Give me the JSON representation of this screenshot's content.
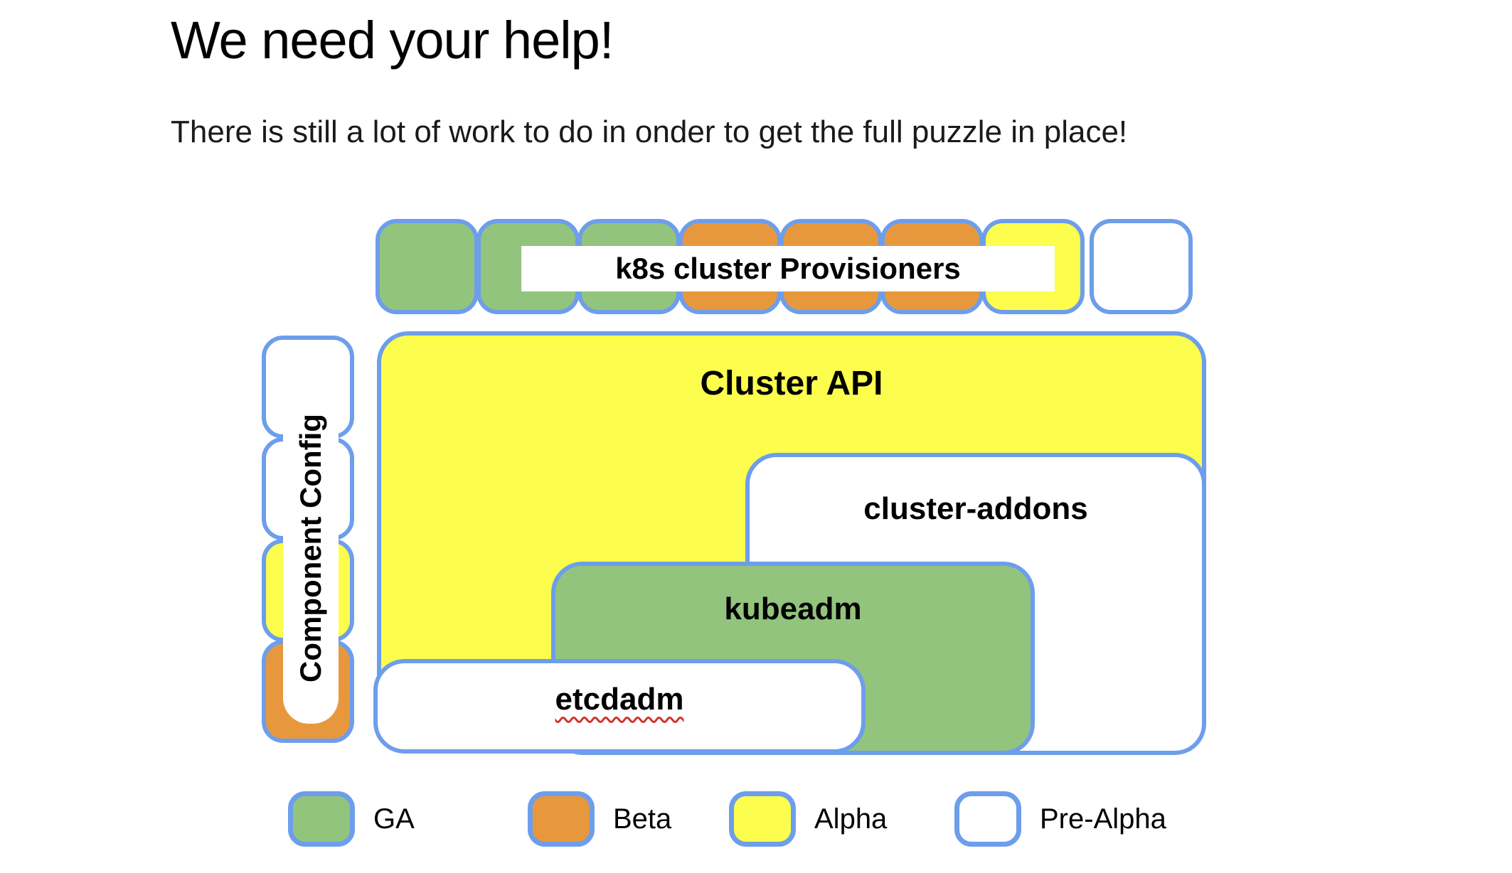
{
  "title": "We need your help!",
  "subtitle": "There is still a lot of work to do in onder to get the full puzzle in place!",
  "colors": {
    "border_blue": "#6d9eeb",
    "ga_green": "#93c47d",
    "beta_orange": "#e8983c",
    "alpha_yellow": "#fdfd4d",
    "prealpha_white": "#ffffff",
    "spellcheck_red": "#d0342c"
  },
  "top_row": {
    "label": "k8s cluster Provisioners",
    "squares": [
      {
        "status": "ga"
      },
      {
        "status": "ga"
      },
      {
        "status": "ga"
      },
      {
        "status": "beta"
      },
      {
        "status": "beta"
      },
      {
        "status": "beta"
      },
      {
        "status": "alpha"
      },
      {
        "status": "prealpha"
      }
    ]
  },
  "left_column": {
    "label": "Component Config",
    "squares": [
      {
        "status": "prealpha"
      },
      {
        "status": "prealpha"
      },
      {
        "status": "alpha"
      },
      {
        "status": "beta"
      }
    ]
  },
  "boxes": {
    "cluster_api": {
      "label": "Cluster API",
      "status": "alpha"
    },
    "cluster_addons": {
      "label": "cluster-addons",
      "status": "prealpha"
    },
    "kubeadm": {
      "label": "kubeadm",
      "status": "ga"
    },
    "etcdadm": {
      "label": "etcdadm",
      "status": "prealpha",
      "misspelled": true
    }
  },
  "legend": [
    {
      "label": "GA",
      "status": "ga",
      "color": "#93c47d"
    },
    {
      "label": "Beta",
      "status": "beta",
      "color": "#e8983c"
    },
    {
      "label": "Alpha",
      "status": "alpha",
      "color": "#fdfd4d"
    },
    {
      "label": "Pre-Alpha",
      "status": "prealpha",
      "color": "#ffffff"
    }
  ]
}
